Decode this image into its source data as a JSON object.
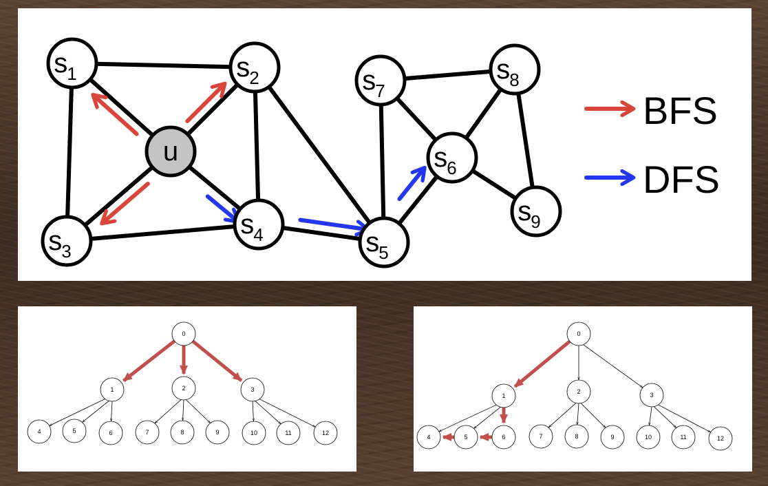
{
  "main_graph": {
    "colors": {
      "bfs": "#d9453a",
      "dfs": "#2437f0",
      "edge": "#000000",
      "node_fill": "#ffffff",
      "center_fill": "#c4c4c4"
    },
    "nodes": [
      {
        "id": "s1",
        "base": "s",
        "sub": "1"
      },
      {
        "id": "s2",
        "base": "s",
        "sub": "2"
      },
      {
        "id": "s3",
        "base": "s",
        "sub": "3"
      },
      {
        "id": "s4",
        "base": "s",
        "sub": "4"
      },
      {
        "id": "s5",
        "base": "s",
        "sub": "5"
      },
      {
        "id": "s6",
        "base": "s",
        "sub": "6"
      },
      {
        "id": "s7",
        "base": "s",
        "sub": "7"
      },
      {
        "id": "s8",
        "base": "s",
        "sub": "8"
      },
      {
        "id": "s9",
        "base": "s",
        "sub": "9"
      },
      {
        "id": "u",
        "base": "u",
        "sub": ""
      }
    ],
    "edges": [
      [
        "s1",
        "s2"
      ],
      [
        "s1",
        "u"
      ],
      [
        "s1",
        "s3"
      ],
      [
        "s2",
        "u"
      ],
      [
        "s2",
        "s4"
      ],
      [
        "s2",
        "s5"
      ],
      [
        "u",
        "s3"
      ],
      [
        "u",
        "s4"
      ],
      [
        "s3",
        "s4"
      ],
      [
        "s4",
        "s5"
      ],
      [
        "s5",
        "s7"
      ],
      [
        "s5",
        "s6"
      ],
      [
        "s7",
        "s8"
      ],
      [
        "s7",
        "s6"
      ],
      [
        "s8",
        "s6"
      ],
      [
        "s8",
        "s9"
      ],
      [
        "s6",
        "s9"
      ]
    ],
    "bfs_arrows": [
      [
        "u",
        "s1"
      ],
      [
        "u",
        "s2"
      ],
      [
        "u",
        "s3"
      ]
    ],
    "dfs_arrows": [
      [
        "u",
        "s4"
      ],
      [
        "s4",
        "s5"
      ],
      [
        "s5",
        "s6"
      ]
    ]
  },
  "legend": [
    {
      "label": "BFS",
      "color": "#d9453a"
    },
    {
      "label": "DFS",
      "color": "#2437f0"
    }
  ],
  "trees": {
    "nodes": [
      "0",
      "1",
      "2",
      "3",
      "4",
      "5",
      "6",
      "7",
      "8",
      "9",
      "10",
      "11",
      "12"
    ],
    "edges": [
      [
        "0",
        "1"
      ],
      [
        "0",
        "2"
      ],
      [
        "0",
        "3"
      ],
      [
        "1",
        "4"
      ],
      [
        "1",
        "5"
      ],
      [
        "1",
        "6"
      ],
      [
        "2",
        "7"
      ],
      [
        "2",
        "8"
      ],
      [
        "2",
        "9"
      ],
      [
        "3",
        "10"
      ],
      [
        "3",
        "11"
      ],
      [
        "3",
        "12"
      ]
    ],
    "bfs_highlight": [
      [
        "0",
        "1"
      ],
      [
        "0",
        "2"
      ],
      [
        "0",
        "3"
      ]
    ],
    "dfs_highlight": [
      [
        "0",
        "1"
      ],
      [
        "1",
        "6"
      ],
      [
        "6",
        "5"
      ],
      [
        "5",
        "4"
      ]
    ],
    "highlight_color": "#c0504d"
  }
}
